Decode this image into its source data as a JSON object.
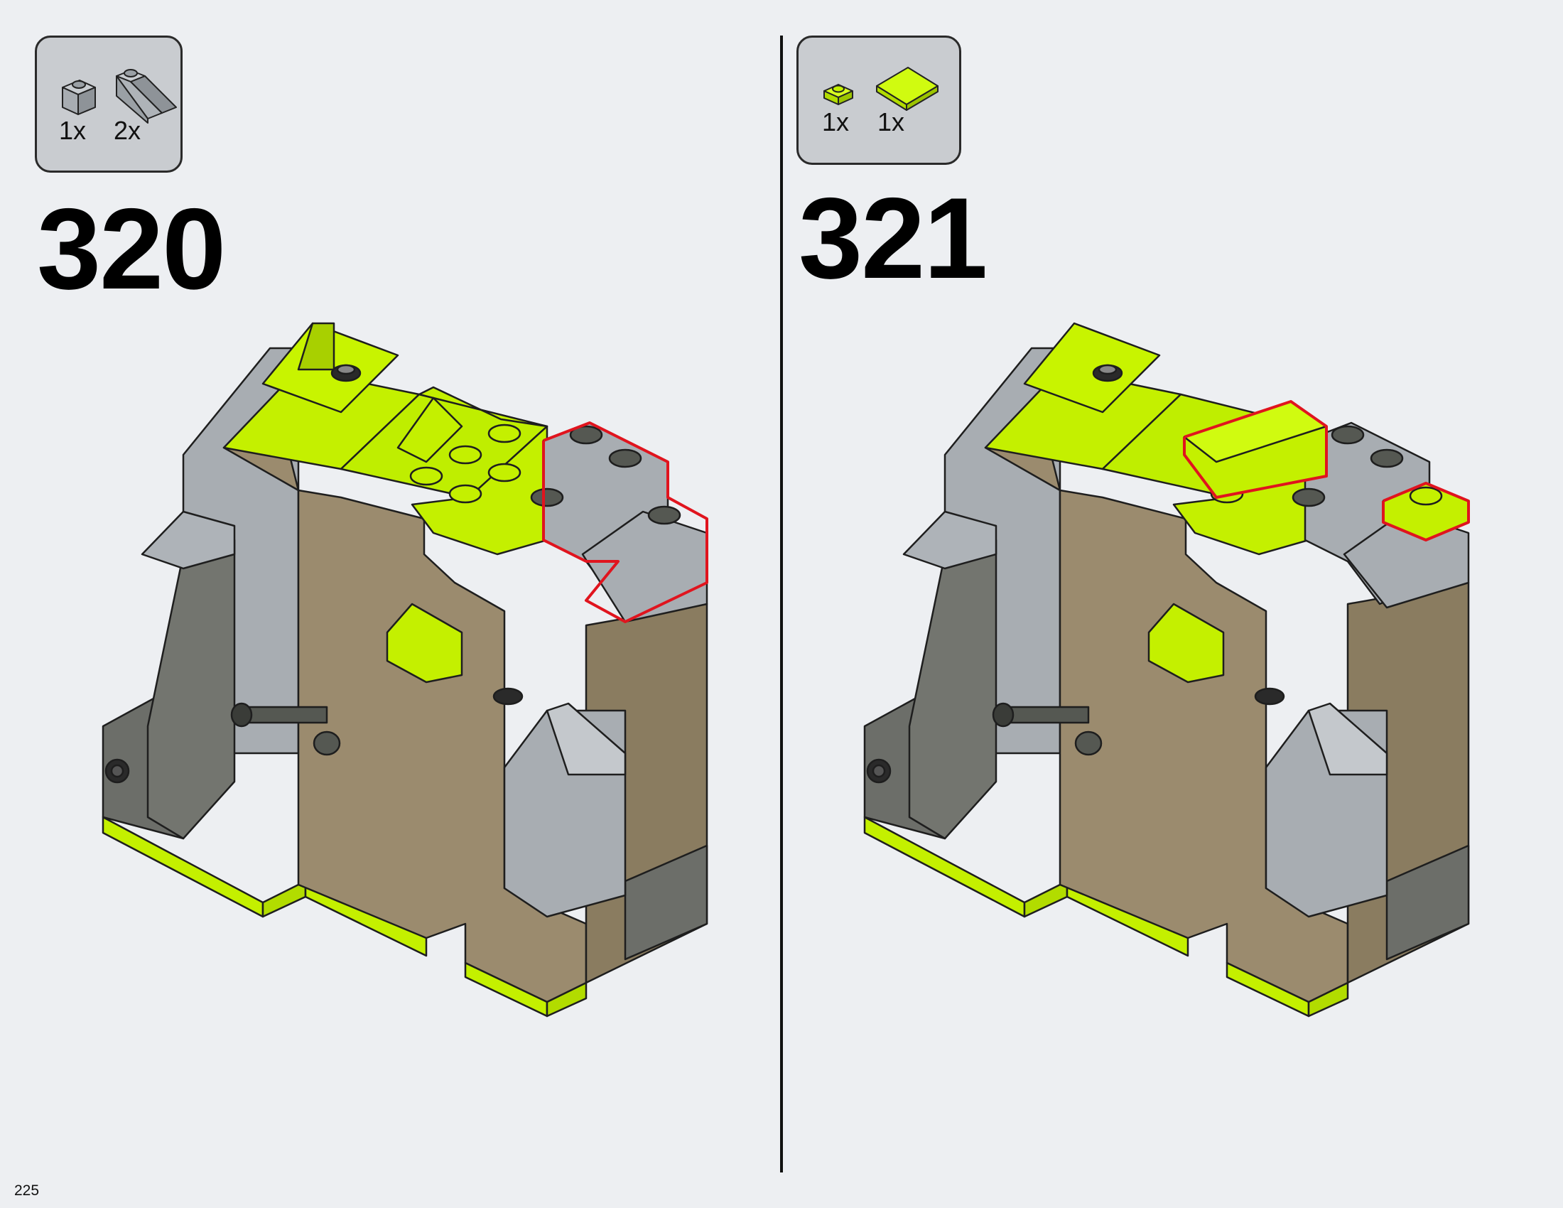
{
  "steps": [
    {
      "number": "320",
      "parts": [
        {
          "icon": "grey-1x1-brick-icon",
          "qty": "1x"
        },
        {
          "icon": "grey-slope-brick-icon",
          "qty": "2x"
        }
      ]
    },
    {
      "number": "321",
      "parts": [
        {
          "icon": "lime-1x1-plate-icon",
          "qty": "1x"
        },
        {
          "icon": "lime-2x2-tile-icon",
          "qty": "1x"
        }
      ]
    }
  ],
  "page_number": "225",
  "colors": {
    "lime": "#c4f000",
    "tan": "#9b8b6e",
    "grey": "#a8adb2",
    "dark_grey": "#6c6e69",
    "highlight": "#e0141e"
  }
}
